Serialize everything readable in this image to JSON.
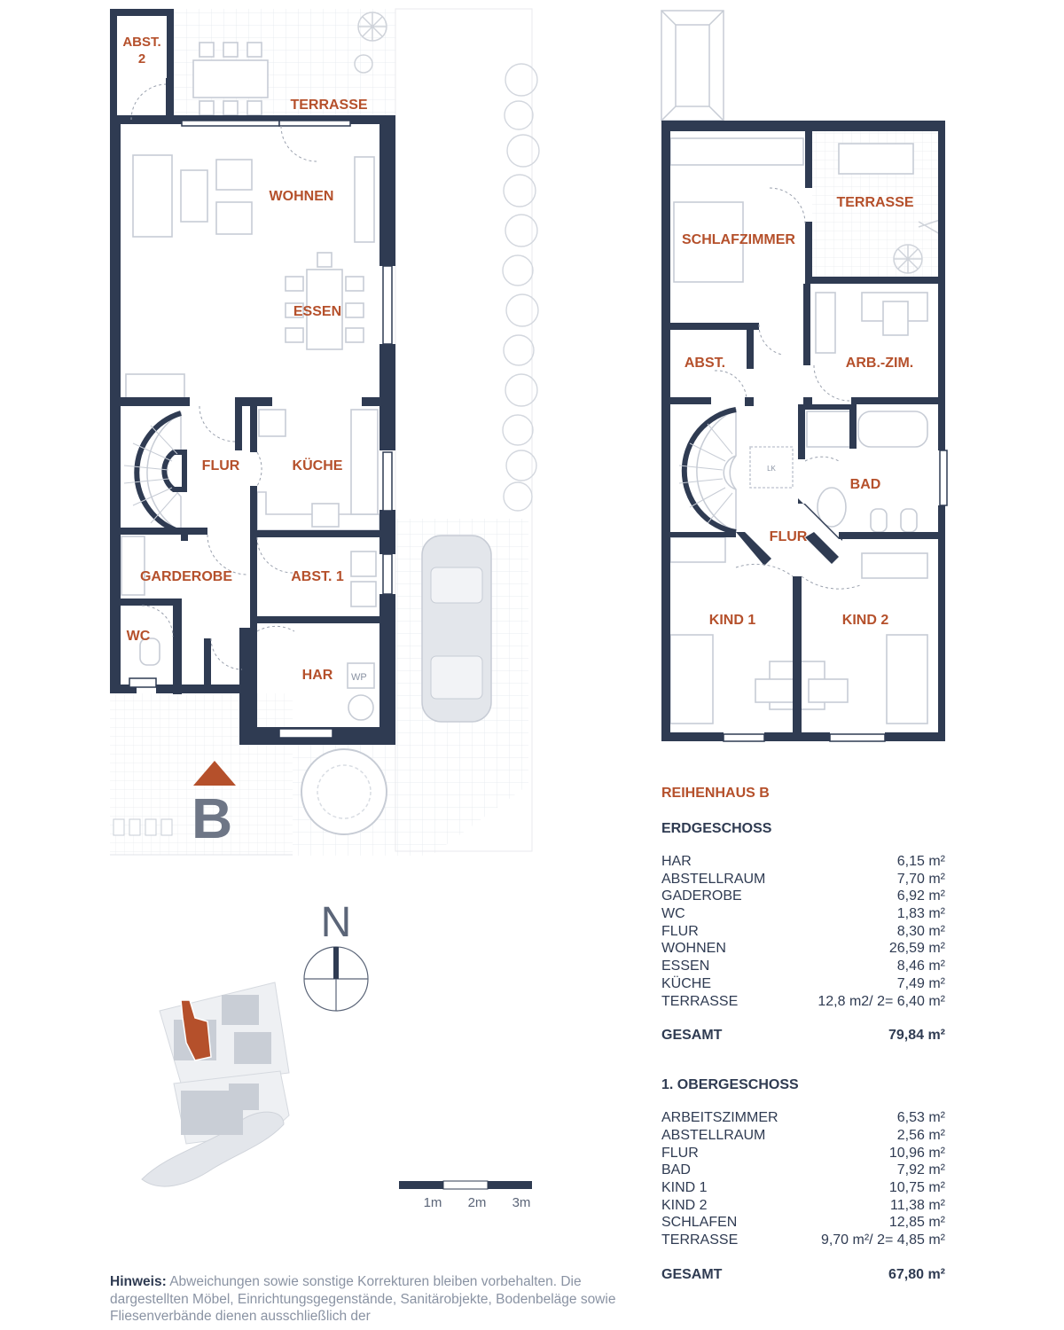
{
  "ground_floor": {
    "rooms": {
      "abst2": "ABST. 2",
      "terrasse": "TERRASSE",
      "wohnen": "WOHNEN",
      "essen": "ESSEN",
      "flur": "FLUR",
      "kueche": "KÜCHE",
      "garderobe": "GARDEROBE",
      "abst1": "ABST. 1",
      "wc": "WC",
      "har": "HAR",
      "wp": "WP"
    },
    "entrance_letter": "B"
  },
  "upper_floor": {
    "rooms": {
      "schlafzimmer": "SCHLAFZIMMER",
      "terrasse": "TERRASSE",
      "abst": "ABST.",
      "arb_zim": "ARB.-ZIM.",
      "bad": "BAD",
      "flur": "FLUR",
      "kind1": "KIND 1",
      "kind2": "KIND 2",
      "lk": "LK"
    }
  },
  "north_label": "N",
  "scale": {
    "labels": [
      "1m",
      "2m",
      "3m"
    ]
  },
  "areas": {
    "title": "REIHENHAUS B",
    "ground": {
      "heading": "ERDGESCHOSS",
      "rows": [
        {
          "name": "HAR",
          "value": "6,15 m²"
        },
        {
          "name": "ABSTELLRAUM",
          "value": "7,70 m²"
        },
        {
          "name": "GADEROBE",
          "value": "6,92 m²"
        },
        {
          "name": "WC",
          "value": "1,83 m²"
        },
        {
          "name": "FLUR",
          "value": "8,30 m²"
        },
        {
          "name": "WOHNEN",
          "value": "26,59 m²"
        },
        {
          "name": "ESSEN",
          "value": "8,46 m²"
        },
        {
          "name": "KÜCHE",
          "value": "7,49 m²"
        },
        {
          "name": "TERRASSE",
          "value": "12,8 m2/ 2= 6,40 m²"
        }
      ],
      "total_label": "GESAMT",
      "total_value": "79,84 m²"
    },
    "upper": {
      "heading": "1. OBERGESCHOSS",
      "rows": [
        {
          "name": "ARBEITSZIMMER",
          "value": "6,53 m²"
        },
        {
          "name": "ABSTELLRAUM",
          "value": "2,56 m²"
        },
        {
          "name": "FLUR",
          "value": "10,96 m²"
        },
        {
          "name": "BAD",
          "value": "7,92 m²"
        },
        {
          "name": "KIND 1",
          "value": "10,75 m²"
        },
        {
          "name": "KIND 2",
          "value": "11,38 m²"
        },
        {
          "name": "SCHLAFEN",
          "value": "12,85 m²"
        },
        {
          "name": "TERRASSE",
          "value": "9,70 m²/ 2= 4,85 m²"
        }
      ],
      "total_label": "GESAMT",
      "total_value": "67,80 m²"
    }
  },
  "note": {
    "label": "Hinweis:",
    "text": "Abweichungen sowie sonstige Korrekturen bleiben vorbehalten. Die dargestellten Möbel, Einrichtungsgegenstände, Sanitärobjekte, Bodenbeläge sowie Fliesenverbände dienen ausschließlich der"
  },
  "colors": {
    "wall": "#2f3b52",
    "accent": "#b5502b",
    "furniture": "#c7ccd5"
  }
}
